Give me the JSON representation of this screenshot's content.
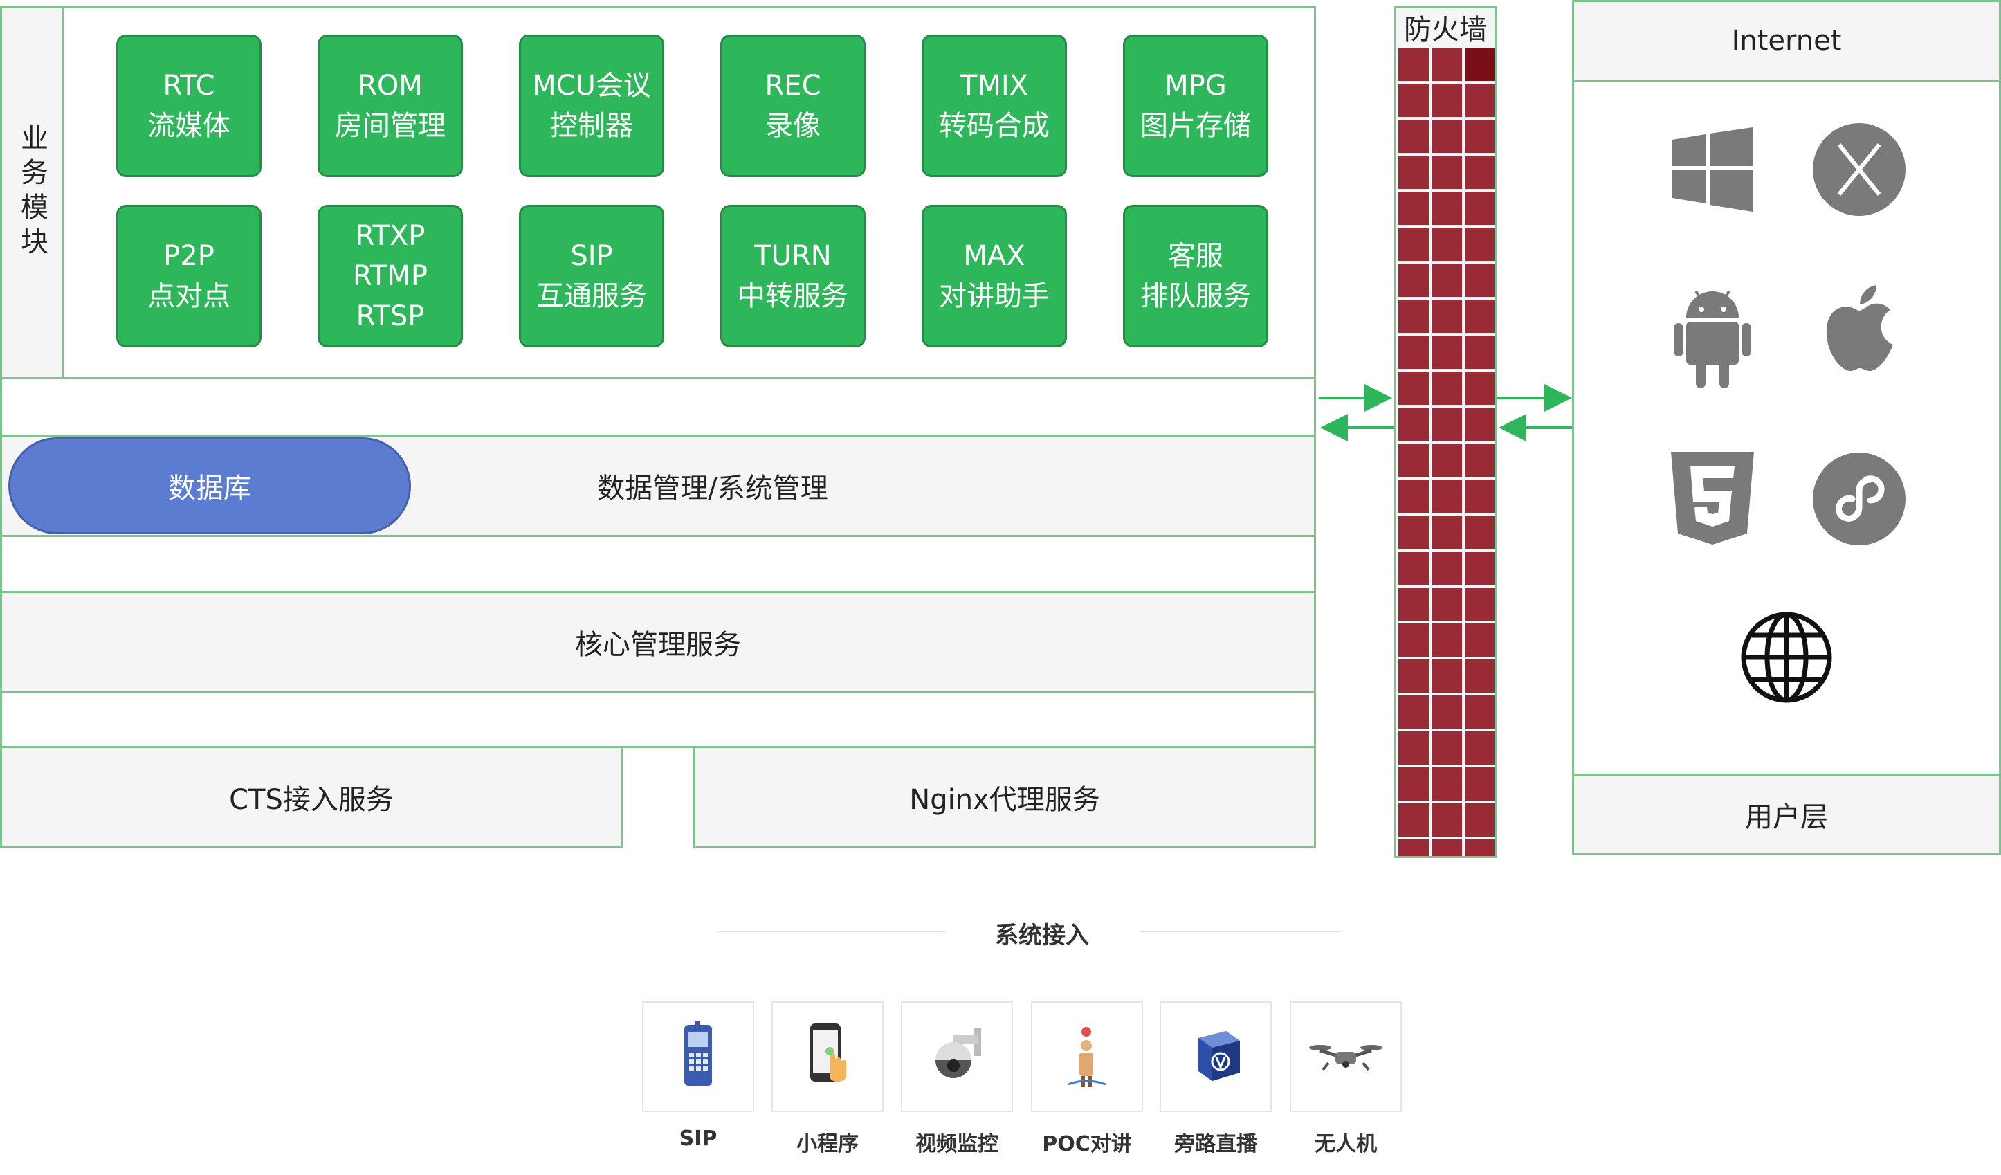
{
  "side_label": "业务模块",
  "modules": [
    {
      "lines": [
        "RTC",
        "流媒体"
      ]
    },
    {
      "lines": [
        "ROM",
        "房间管理"
      ]
    },
    {
      "lines": [
        "MCU会议",
        "控制器"
      ]
    },
    {
      "lines": [
        "REC",
        "录像"
      ]
    },
    {
      "lines": [
        "TMIX",
        "转码合成"
      ]
    },
    {
      "lines": [
        "MPG",
        "图片存储"
      ]
    },
    {
      "lines": [
        "P2P",
        "点对点"
      ]
    },
    {
      "lines": [
        "RTXP",
        "RTMP",
        "RTSP"
      ]
    },
    {
      "lines": [
        "SIP",
        "互通服务"
      ]
    },
    {
      "lines": [
        "TURN",
        "中转服务"
      ]
    },
    {
      "lines": [
        "MAX",
        "对讲助手"
      ]
    },
    {
      "lines": [
        "客服",
        "排队服务"
      ]
    }
  ],
  "database_label": "数据库",
  "data_mgmt_label": "数据管理/系统管理",
  "core_label": "核心管理服务",
  "cts_label": "CTS接入服务",
  "nginx_label": "Nginx代理服务",
  "firewall_label": "防火墙",
  "internet_label": "Internet",
  "user_layer_label": "用户层",
  "client_icons": [
    "windows-icon",
    "macos-x-icon",
    "android-icon",
    "apple-icon",
    "html5-icon",
    "mini-program-icon",
    "globe-icon"
  ],
  "access_title": "系统接入",
  "access_items": [
    {
      "label": "SIP",
      "icon": "sip-phone-icon"
    },
    {
      "label": "小程序",
      "icon": "mobile-touch-icon"
    },
    {
      "label": "视频监控",
      "icon": "surveillance-camera-icon"
    },
    {
      "label": "POC对讲",
      "icon": "poc-walkie-icon"
    },
    {
      "label": "旁路直播",
      "icon": "bypass-live-icon"
    },
    {
      "label": "无人机",
      "icon": "drone-icon"
    }
  ],
  "colors": {
    "module_green": "#2db75a",
    "border_green": "#7cc48c",
    "database_blue": "#5b7cd0",
    "firewall_red": "#9a2a35",
    "icon_gray": "#7a7a7a"
  }
}
